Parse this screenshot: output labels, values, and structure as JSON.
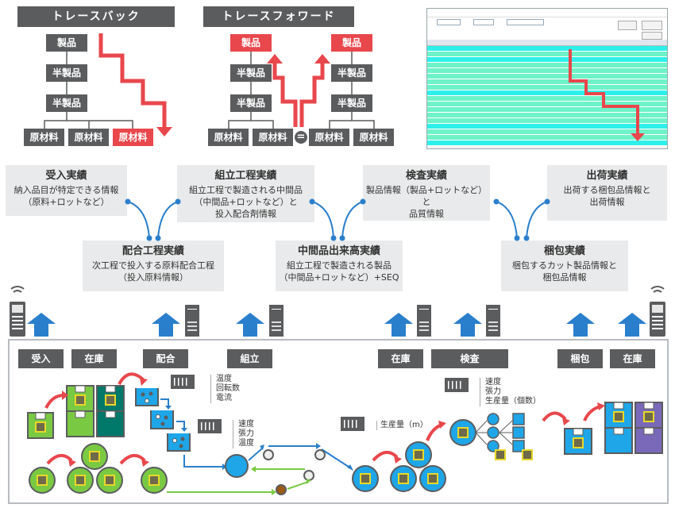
{
  "traceback": {
    "title": "トレースバック",
    "nodes": [
      "製品",
      "半製品",
      "半製品"
    ],
    "leaves": [
      "原材料",
      "原材料",
      "原材料"
    ]
  },
  "traceforward": {
    "title": "トレースフォワード",
    "left": {
      "nodes": [
        "製品",
        "半製品",
        "半製品"
      ],
      "leaves": [
        "原材料",
        "原材料"
      ]
    },
    "right": {
      "nodes": [
        "製品",
        "半製品",
        "半製品"
      ],
      "leaves": [
        "原材料",
        "原材料"
      ]
    },
    "equals_symbol": "="
  },
  "records": [
    {
      "title": "受入実績",
      "lines": [
        "納入品目が特定できる情報",
        "（原料+ロットなど）"
      ]
    },
    {
      "title": "組立工程実績",
      "lines": [
        "組立工程で製造される中間品",
        "（中間品+ロットなど）と",
        "投入配合剤情報"
      ]
    },
    {
      "title": "検査実績",
      "lines": [
        "製品情報（製品+ロットなど）と",
        "品質情報"
      ]
    },
    {
      "title": "出荷実績",
      "lines": [
        "出荷する梱包品情報と",
        "出荷情報"
      ]
    },
    {
      "title": "配合工程実績",
      "lines": [
        "次工程で投入する原料配合工程",
        "（投入原料情報）"
      ]
    },
    {
      "title": "中間品出来高実績",
      "lines": [
        "組立工程で製造される製品",
        "（中間品+ロットなど）+SEQ"
      ]
    },
    {
      "title": "梱包実績",
      "lines": [
        "梱包するカット製品情報と",
        "梱包品情報"
      ]
    }
  ],
  "stages": [
    "受入",
    "在庫",
    "配合",
    "組立",
    "在庫",
    "検査",
    "梱包",
    "在庫"
  ],
  "sensor_labels": {
    "mixing": [
      "温度",
      "回転数",
      "電流"
    ],
    "assembly": [
      "速度",
      "張力",
      "温度"
    ],
    "inspection": [
      "速度",
      "張力",
      "生産量（個数）"
    ],
    "output": [
      "生産量（m）"
    ]
  },
  "colors": {
    "dark": "#5b5c5e",
    "accent_red": "#e8474c",
    "flow_blue": "#2a7fcc",
    "product_blue": "#1ea6e8",
    "material_green": "#7ac943",
    "stock_teal": "#00786a",
    "ship_purple": "#7a68b8",
    "panel_gray": "#e9eaeb"
  }
}
